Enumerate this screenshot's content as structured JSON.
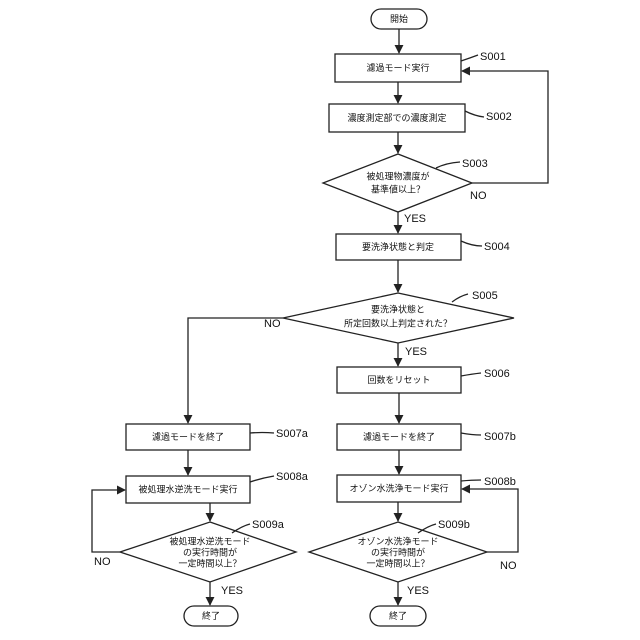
{
  "start": {
    "label": "開始"
  },
  "steps": {
    "s001": {
      "id": "S001",
      "text": "濾過モード実行"
    },
    "s002": {
      "id": "S002",
      "text": "濃度測定部での濃度測定"
    },
    "s003": {
      "id": "S003",
      "line1": "被処理物濃度が",
      "line2": "基準値以上？"
    },
    "s004": {
      "id": "S004",
      "text": "要洗浄状態と判定"
    },
    "s005": {
      "id": "S005",
      "line1": "要洗浄状態と",
      "line2": "所定回数以上判定された？"
    },
    "s006": {
      "id": "S006",
      "text": "回数をリセット"
    },
    "s007a": {
      "id": "S007a",
      "text": "濾過モードを終了"
    },
    "s007b": {
      "id": "S007b",
      "text": "濾過モードを終了"
    },
    "s008a": {
      "id": "S008a",
      "text": "被処理水逆洗モード実行"
    },
    "s008b": {
      "id": "S008b",
      "text": "オゾン水洗浄モード実行"
    },
    "s009a": {
      "id": "S009a",
      "line1": "被処理水逆洗モード",
      "line2": "の実行時間が",
      "line3": "一定時間以上？"
    },
    "s009b": {
      "id": "S009b",
      "line1": "オゾン水洗浄モード",
      "line2": "の実行時間が",
      "line3": "一定時間以上？"
    }
  },
  "end_left": {
    "label": "終了"
  },
  "end_right": {
    "label": "終了"
  },
  "labels": {
    "yes": "YES",
    "no": "NO"
  }
}
